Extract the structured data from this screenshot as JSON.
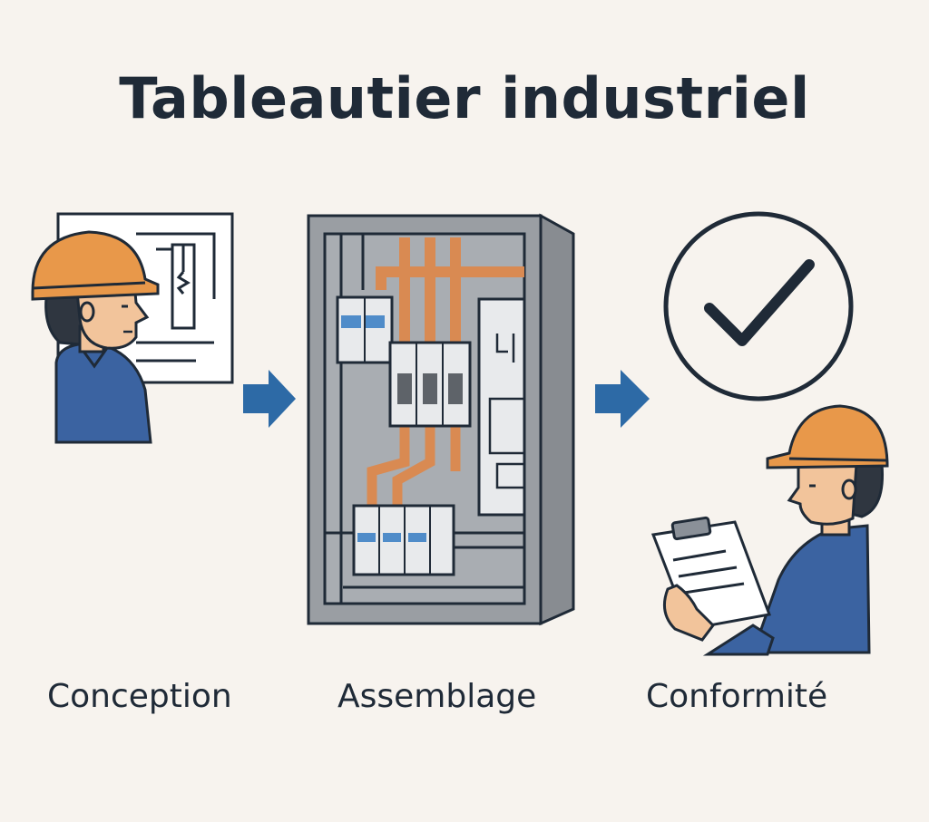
{
  "title": "Tableautier industriel",
  "steps": [
    {
      "label": "Conception",
      "icon": "engineer-blueprint-icon"
    },
    {
      "label": "Assemblage",
      "icon": "electrical-cabinet-icon"
    },
    {
      "label": "Conformité",
      "icon": "checkmark-inspector-icon"
    }
  ],
  "colors": {
    "background": "#f7f3ee",
    "outline": "#1f2a37",
    "helmet": "#e8984a",
    "shirt": "#3b63a1",
    "arrow": "#2d6aa6",
    "busbar": "#d98a52",
    "cabinet": "#9a9ea3"
  }
}
